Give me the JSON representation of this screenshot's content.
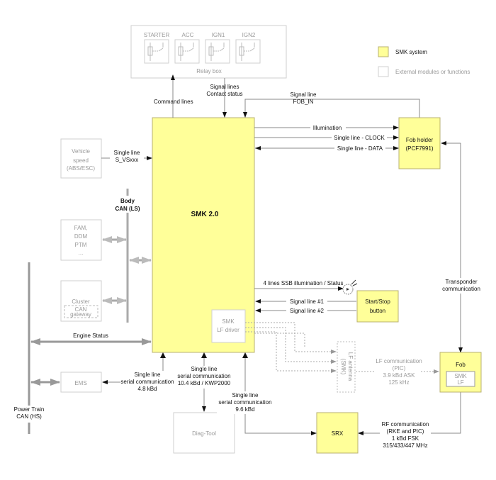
{
  "legend": {
    "smk_system": "SMK system",
    "external": "External modules or functions",
    "colors": {
      "smk": "#ffff99",
      "external": "#ffffff"
    }
  },
  "relay_box": {
    "title": "Relay box",
    "relays": [
      "STARTER",
      "ACC",
      "IGN1",
      "IGN2"
    ]
  },
  "smk_main": {
    "title": "SMK 2.0"
  },
  "smk_lf_driver": {
    "line1": "SMK",
    "line2": "LF driver"
  },
  "fob_holder": {
    "title": "Fob holder",
    "subtitle": "(PCF7991)"
  },
  "start_stop": {
    "line1": "Start/Stop",
    "line2": "button"
  },
  "fob": {
    "title": "Fob",
    "inner1": "SMK",
    "inner2": "LF"
  },
  "srx": {
    "title": "SRX"
  },
  "vehicle_speed": {
    "line1": "Vehicle",
    "line2": "speed",
    "line3": "(ABS/ESC)"
  },
  "fam": {
    "line1": "FAM,",
    "line2": "DDM",
    "line3": "PTM",
    "line4": "..."
  },
  "cluster": {
    "title": "Cluster",
    "gw1": "CAN",
    "gw2": "gateway"
  },
  "ems": {
    "title": "EMS"
  },
  "diag_tool": {
    "title": "Diag-Tool"
  },
  "lf_antenna": {
    "line1": "LF antenna",
    "line2": "(SMK)"
  },
  "buses": {
    "body_can": [
      "Body",
      "CAN (LS)"
    ],
    "powertrain_can": [
      "Power Train",
      "CAN (HS)"
    ]
  },
  "labels": {
    "command_lines": "Command lines",
    "signal_lines": [
      "Signal lines",
      "Contact status"
    ],
    "fob_in": [
      "Signal line",
      "FOB_IN"
    ],
    "illumination": "Illumination",
    "clock": "Single line - CLOCK",
    "data": "Single line - DATA",
    "s_vs": [
      "Single line",
      "S_VSxxx"
    ],
    "ssb": "4 lines SSB illumination / Status",
    "sig1": "Signal line #1",
    "sig2": "Signal line #2",
    "engine_status": "Engine Status",
    "ems_link": [
      "Single line",
      "serial communication",
      "4.8 kBd"
    ],
    "diag_link": [
      "Single line",
      "serial communication",
      "10.4 kBd / KWP2000"
    ],
    "srx_link": [
      "Single line",
      "serial communication",
      "9.6 kBd"
    ],
    "transponder": [
      "Transponder",
      "communication"
    ],
    "lf_comm": [
      "LF communication",
      "(PIC)",
      "3.9 kBd ASK",
      "125 kHz"
    ],
    "rf_comm": [
      "RF communication",
      "(RKE and PIC)",
      "1 kBd FSK",
      "315/433/447 MHz"
    ]
  }
}
